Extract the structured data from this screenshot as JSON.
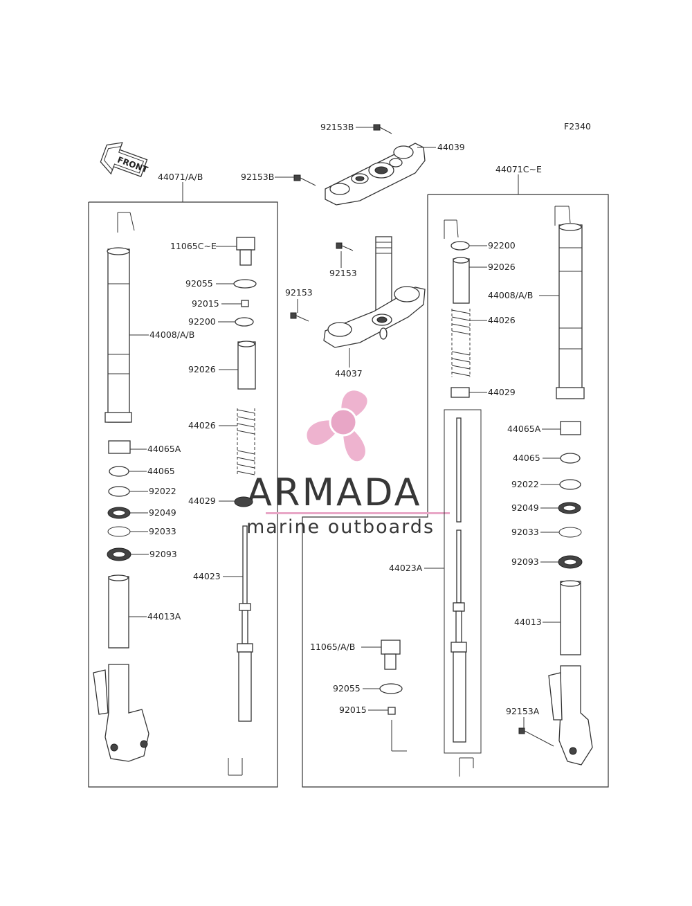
{
  "figure_code": "F2340",
  "front_arrow_label": "FRONT",
  "groups": {
    "left": "44071/A/B",
    "right": "44071C~E"
  },
  "parts": {
    "p92153B_a": "92153B",
    "p44039": "44039",
    "p92153B_b": "92153B",
    "p92153_a": "92153",
    "p92153_b": "92153",
    "p44037": "44037",
    "L_11065": "11065C~E",
    "L_92055": "92055",
    "L_92015": "92015",
    "L_92200": "92200",
    "L_44008": "44008/A/B",
    "L_92026": "92026",
    "L_44026": "44026",
    "L_44065A": "44065A",
    "L_44065": "44065",
    "L_92022": "92022",
    "L_92049": "92049",
    "L_44029": "44029",
    "L_92033": "92033",
    "L_92093": "92093",
    "L_44023": "44023",
    "L_44013A": "44013A",
    "R_92200": "92200",
    "R_92026": "92026",
    "R_44008": "44008/A/B",
    "R_44026": "44026",
    "R_44029": "44029",
    "R_44065A": "44065A",
    "R_44065": "44065",
    "R_92022": "92022",
    "R_92049": "92049",
    "R_92033": "92033",
    "R_44023A": "44023A",
    "R_92093": "92093",
    "R_44013": "44013",
    "R_11065": "11065/A/B",
    "R_92055": "92055",
    "R_92015": "92015",
    "R_92153A": "92153A"
  },
  "watermark": {
    "brand": "ARMADA",
    "tagline": "marine outboards",
    "color": "#e8a6c6"
  }
}
